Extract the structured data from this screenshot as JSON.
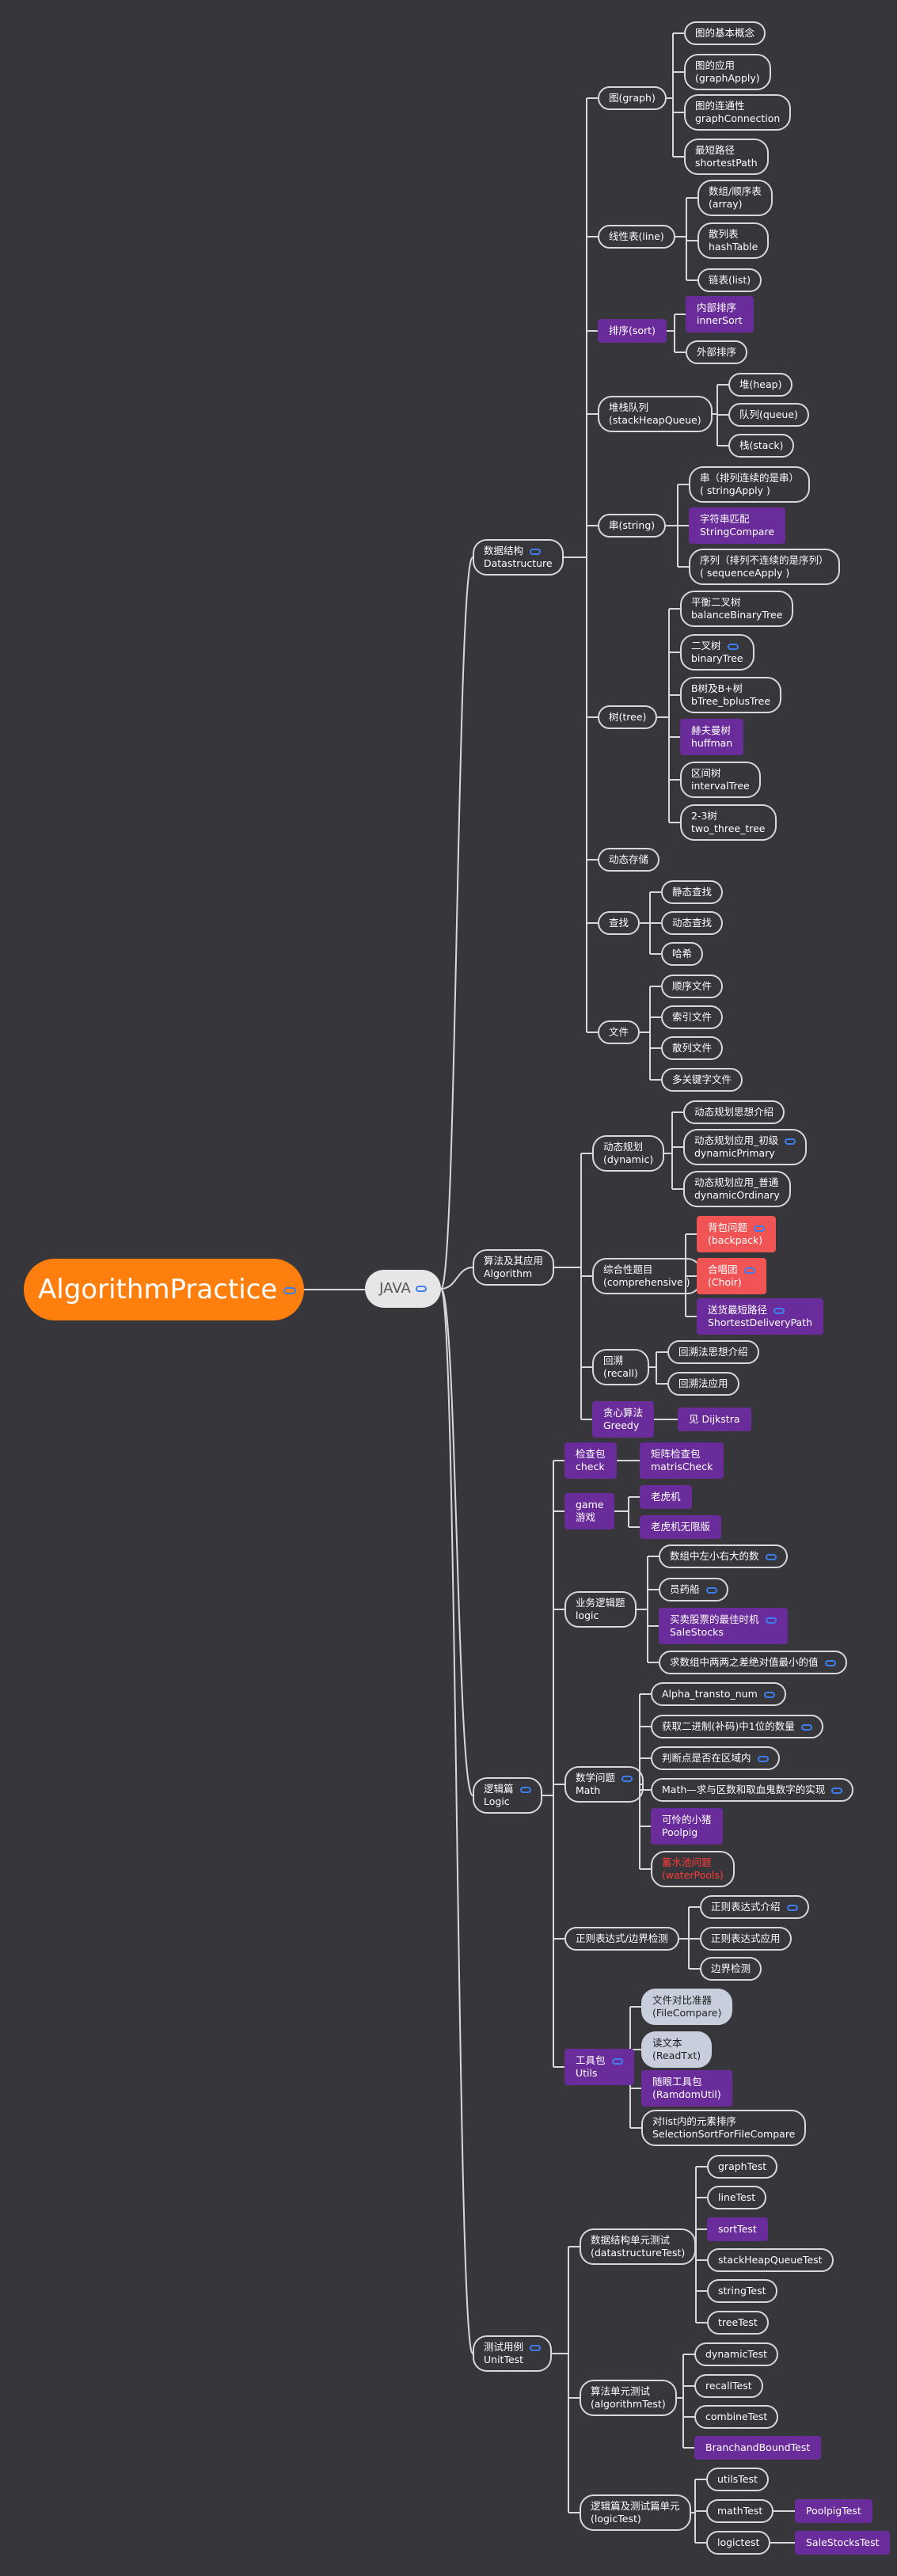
{
  "root": {
    "label": "AlgorithmPractice"
  },
  "java": {
    "label": "JAVA"
  },
  "colors": {
    "background": "#36363b",
    "root": "#ff7f0e",
    "highlight": "#6a2c9a",
    "alert": "#f05454",
    "link": "#3d7ff0"
  },
  "nodes": [
    {
      "text": "数据结构\nDatastructure",
      "link": true
    },
    {
      "text": "图(graph)"
    },
    {
      "text": "图的基本概念"
    },
    {
      "text": "图的应用\n(graphApply)"
    },
    {
      "text": "图的连通性\ngraphConnection"
    },
    {
      "text": "最短路径\nshortestPath"
    },
    {
      "text": "线性表(line)"
    },
    {
      "text": "数组/顺序表\n(array)"
    },
    {
      "text": "散列表\nhashTable"
    },
    {
      "text": "链表(list)"
    },
    {
      "text": "排序(sort)",
      "style": "purple"
    },
    {
      "text": "内部排序\ninnerSort",
      "style": "purple"
    },
    {
      "text": "外部排序"
    },
    {
      "text": "堆栈队列\n(stackHeapQueue)"
    },
    {
      "text": "堆(heap)"
    },
    {
      "text": "队列(queue)"
    },
    {
      "text": "栈(stack)"
    },
    {
      "text": "串(string)"
    },
    {
      "text": "串（排列连续的是串）\n( stringApply )"
    },
    {
      "text": "字符串匹配\nStringCompare",
      "style": "purple"
    },
    {
      "text": "序列（排列不连续的是序列）\n( sequenceApply )"
    },
    {
      "text": "树(tree)"
    },
    {
      "text": "平衡二叉树\nbalanceBinaryTree"
    },
    {
      "text": "二叉树\nbinaryTree",
      "link": true
    },
    {
      "text": "B树及B+树\nbTree_bplusTree"
    },
    {
      "text": "赫夫曼树\nhuffman",
      "style": "purple"
    },
    {
      "text": "区间树\nintervalTree"
    },
    {
      "text": "2-3树\ntwo_three_tree"
    },
    {
      "text": "动态存储"
    },
    {
      "text": "查找"
    },
    {
      "text": "静态查找"
    },
    {
      "text": "动态查找"
    },
    {
      "text": "哈希"
    },
    {
      "text": "文件"
    },
    {
      "text": "顺序文件"
    },
    {
      "text": "索引文件"
    },
    {
      "text": "散列文件"
    },
    {
      "text": "多关键字文件"
    },
    {
      "text": "算法及其应用\nAlgorithm"
    },
    {
      "text": "动态规划\n(dynamic)"
    },
    {
      "text": "动态规划思想介绍"
    },
    {
      "text": "动态规划应用_初级\ndynamicPrimary",
      "link": true
    },
    {
      "text": "动态规划应用_普通\ndynamicOrdinary"
    },
    {
      "text": "综合性题目\n(comprehensive )"
    },
    {
      "text": "背包问题\n(backpack)",
      "style": "red",
      "link": true
    },
    {
      "text": "合唱团\n(Choir)",
      "style": "red",
      "link": true
    },
    {
      "text": "送货最短路径\nShortestDeliveryPath",
      "style": "purple",
      "link": true
    },
    {
      "text": "回溯\n(recall)"
    },
    {
      "text": "回溯法思想介绍"
    },
    {
      "text": "回溯法应用"
    },
    {
      "text": "贪心算法\nGreedy",
      "style": "purple"
    },
    {
      "text": "见 Dijkstra",
      "style": "purple"
    },
    {
      "text": "逻辑篇\nLogic",
      "link": true
    },
    {
      "text": "检查包\ncheck",
      "style": "purple"
    },
    {
      "text": "矩阵检查包\nmatrisCheck",
      "style": "purple"
    },
    {
      "text": "game\n游戏",
      "style": "purple"
    },
    {
      "text": "老虎机",
      "style": "purple"
    },
    {
      "text": "老虎机无限版",
      "style": "purple"
    },
    {
      "text": "业务逻辑题\nlogic"
    },
    {
      "text": "数组中左小右大的数",
      "link": true
    },
    {
      "text": "员药船",
      "link": true
    },
    {
      "text": "买卖股票的最佳时机\nSaleStocks",
      "style": "purple",
      "link": true
    },
    {
      "text": "求数组中两两之差绝对值最小的值",
      "link": true
    },
    {
      "text": "数学问题\nMath",
      "link": true
    },
    {
      "text": "Alpha_transto_num",
      "link": true
    },
    {
      "text": "获取二进制(补码)中1位的数量",
      "link": true
    },
    {
      "text": "判断点是否在区域内",
      "link": true
    },
    {
      "text": "Math—求与区数和取血鬼数字的实现",
      "link": true
    },
    {
      "text": "可怜的小猪\nPoolpig",
      "style": "purple"
    },
    {
      "text": "蓄水池问题\n(waterPools)",
      "style": "strike"
    },
    {
      "text": "正则表达式/边界检测"
    },
    {
      "text": "正则表达式介绍",
      "link": true
    },
    {
      "text": "正则表达式应用"
    },
    {
      "text": "边界检测"
    },
    {
      "text": "工具包\nUtils",
      "style": "purple",
      "link": true
    },
    {
      "text": "文件对比准器\n(FileCompare)",
      "style": "light"
    },
    {
      "text": "读文本\n(ReadTxt)",
      "style": "light"
    },
    {
      "text": "随眼工具包\n(RamdomUtil)",
      "style": "purple"
    },
    {
      "text": "对list内的元素排序\nSelectionSortForFileCompare"
    },
    {
      "text": "测试用例\nUnitTest",
      "link": true
    },
    {
      "text": "数据结构单元测试\n(datastructureTest)"
    },
    {
      "text": "graphTest"
    },
    {
      "text": "lineTest"
    },
    {
      "text": "sortTest",
      "style": "purple"
    },
    {
      "text": "stackHeapQueueTest"
    },
    {
      "text": "stringTest"
    },
    {
      "text": "treeTest"
    },
    {
      "text": "算法单元测试\n(algorithmTest)"
    },
    {
      "text": "dynamicTest"
    },
    {
      "text": "recallTest"
    },
    {
      "text": "combineTest"
    },
    {
      "text": "BranchandBoundTest",
      "style": "purple"
    },
    {
      "text": "逻辑篇及测试篇单元\n(logicTest)"
    },
    {
      "text": "utilsTest"
    },
    {
      "text": "mathTest"
    },
    {
      "text": "PoolpigTest",
      "style": "purple"
    },
    {
      "text": "logictest"
    },
    {
      "text": "SaleStocksTest",
      "style": "purple"
    }
  ]
}
